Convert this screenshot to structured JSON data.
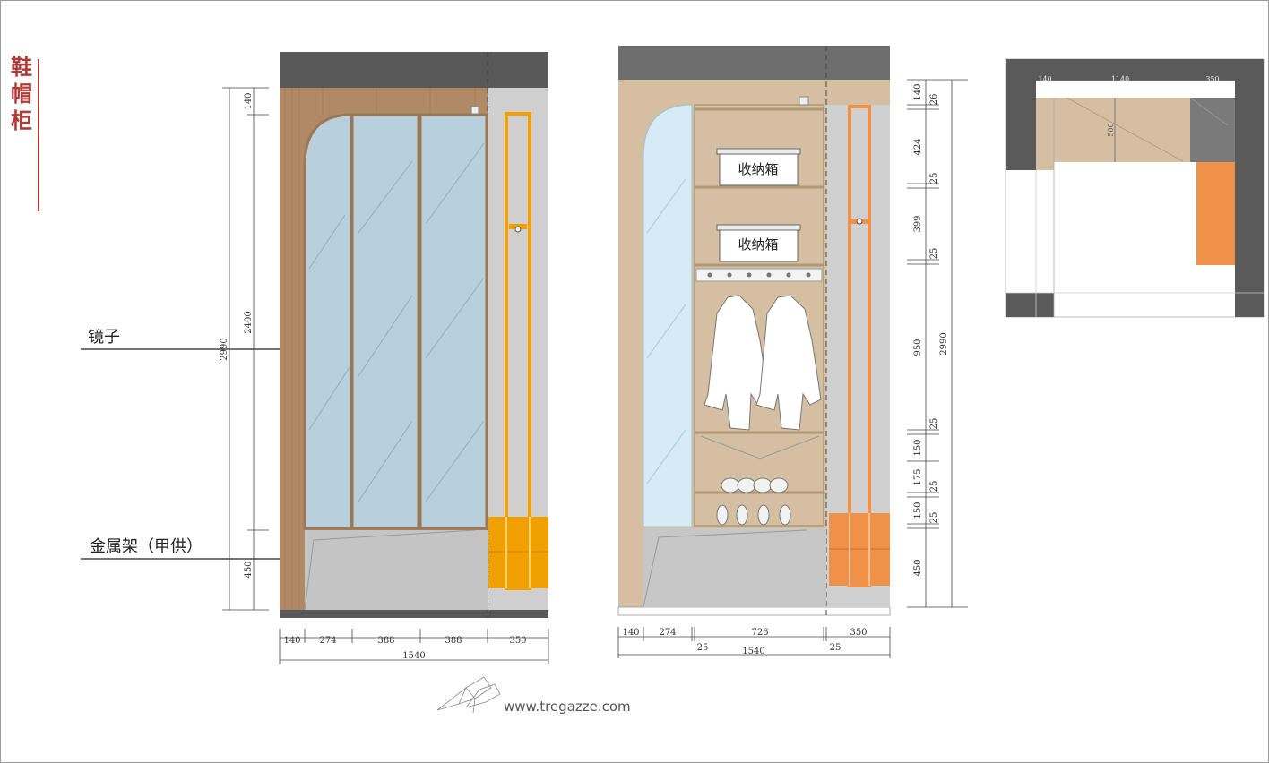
{
  "title": "鞋帽柜",
  "callouts": {
    "mirror": "镜子",
    "shelf": "金属架（甲供）"
  },
  "storage_labels": [
    "收纳箱",
    "收纳箱"
  ],
  "watermark": "www.tregazze.com",
  "front_elevation": {
    "bottom_dims": [
      "140",
      "274",
      "388",
      "388",
      "350"
    ],
    "bottom_total": "1540",
    "left_dims": [
      "140",
      "2400",
      "450"
    ],
    "left_total": "2990"
  },
  "section_elevation": {
    "bottom_dims": [
      "140",
      "274",
      "726",
      "350"
    ],
    "bottom_sub": [
      "25",
      "25"
    ],
    "bottom_total": "1540",
    "right_dims": [
      "140",
      "26",
      "424",
      "25",
      "399",
      "25",
      "950",
      "25",
      "150",
      "175",
      "25",
      "150",
      "25",
      "450"
    ],
    "right_total": "2990"
  },
  "plan": {
    "dims": [
      "140",
      "1140",
      "350"
    ],
    "inner": "500"
  },
  "colors": {
    "wood": "#b08a66",
    "mirror": "#b8cfdd",
    "orange": "#f0a000",
    "dark": "#595959",
    "beige": "#d5bfa3",
    "accent_orange": "#f0914a",
    "title": "#b03a3a"
  }
}
